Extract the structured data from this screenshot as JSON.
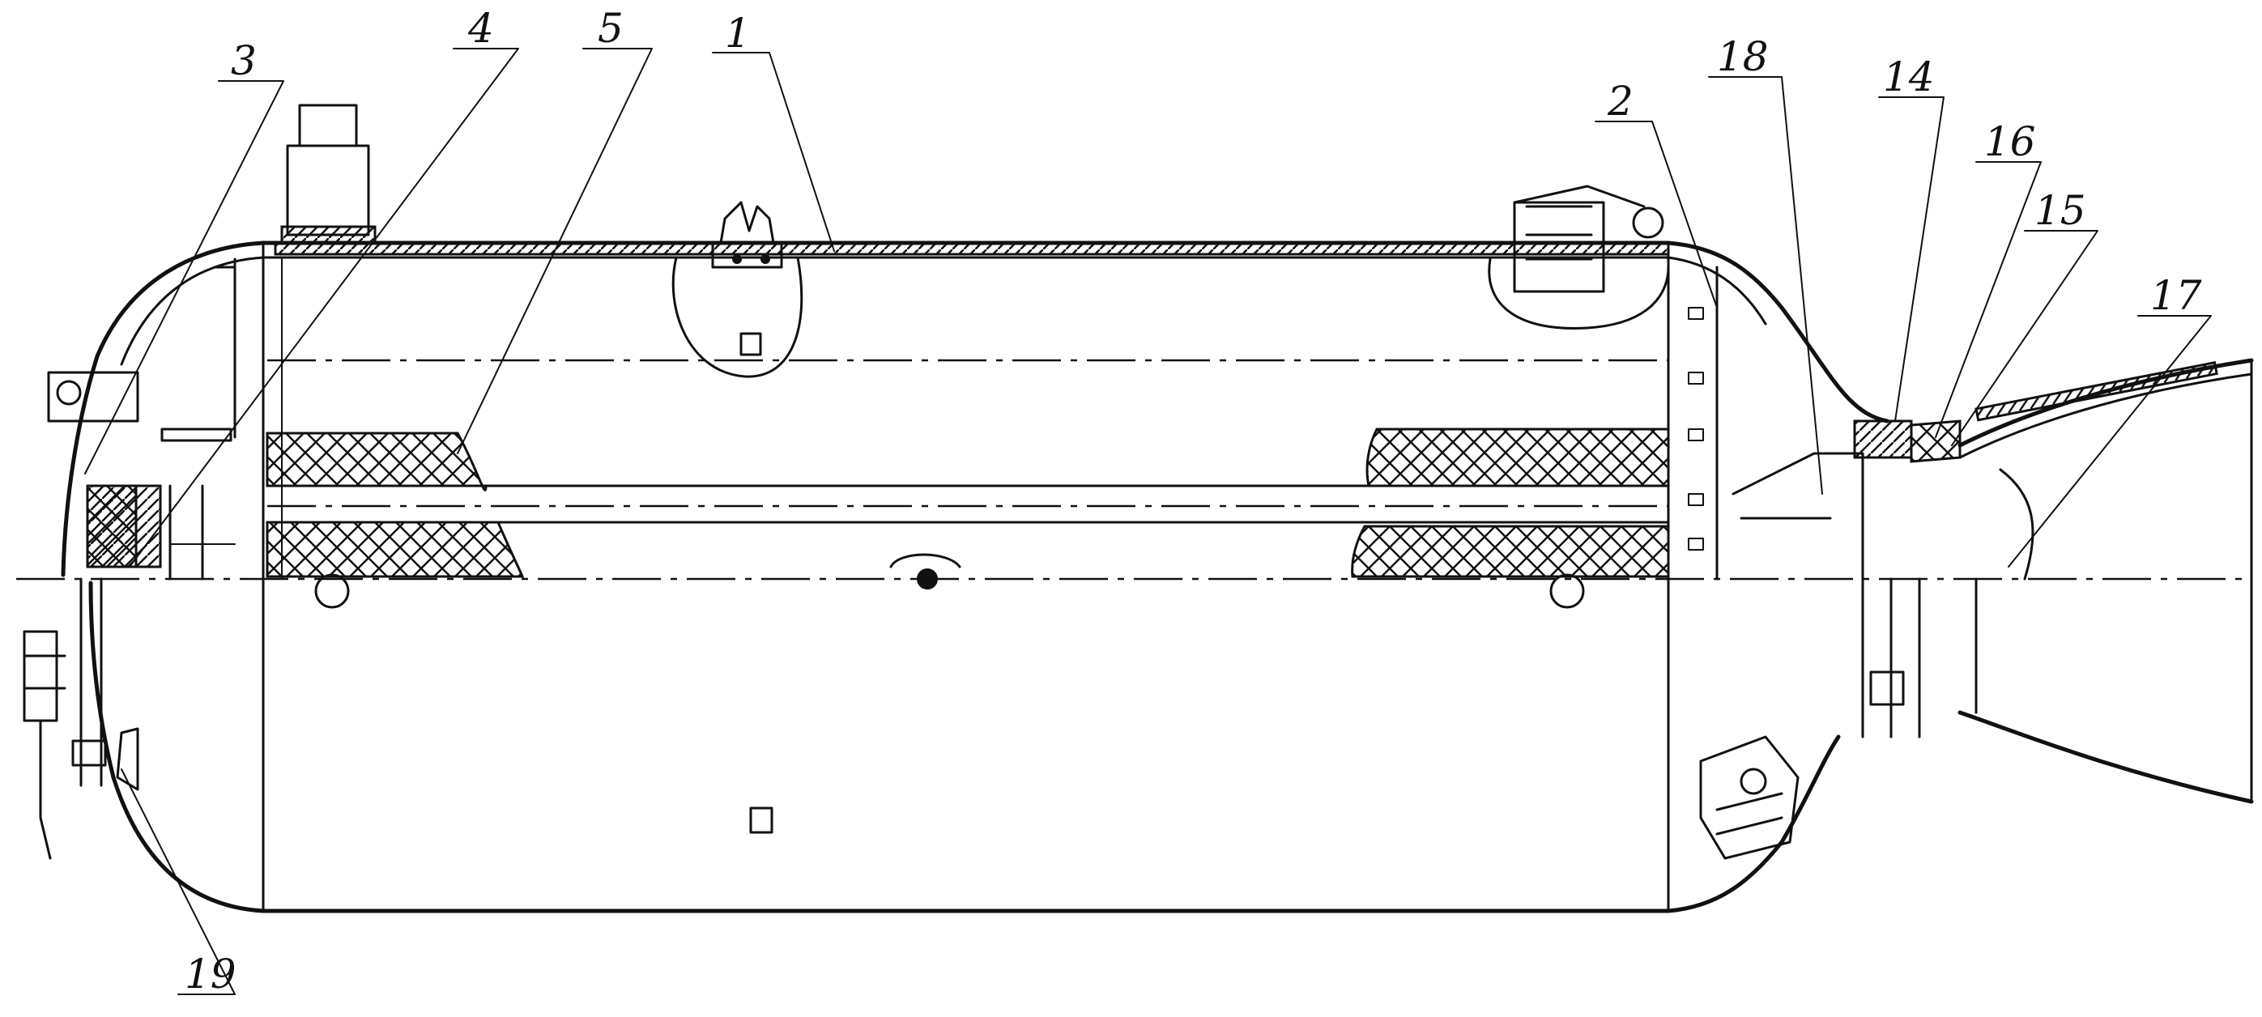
{
  "drawing": {
    "callouts": [
      {
        "id": "callout-1",
        "label": "1"
      },
      {
        "id": "callout-2",
        "label": "2"
      },
      {
        "id": "callout-3",
        "label": "3"
      },
      {
        "id": "callout-4",
        "label": "4"
      },
      {
        "id": "callout-5",
        "label": "5"
      },
      {
        "id": "callout-14",
        "label": "14"
      },
      {
        "id": "callout-15",
        "label": "15"
      },
      {
        "id": "callout-16",
        "label": "16"
      },
      {
        "id": "callout-17",
        "label": "17"
      },
      {
        "id": "callout-18",
        "label": "18"
      },
      {
        "id": "callout-19",
        "label": "19"
      }
    ]
  }
}
